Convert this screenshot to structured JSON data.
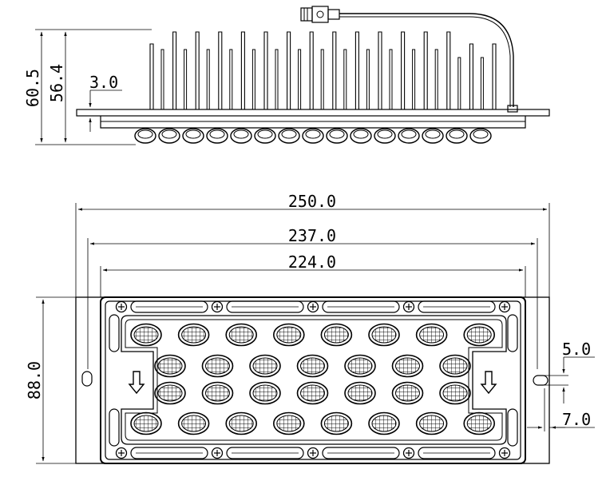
{
  "dimensions": {
    "side_height_total": "60.5",
    "side_height_body": "56.4",
    "side_flange_thickness": "3.0",
    "overall_length": "250.0",
    "hole_spacing": "237.0",
    "body_length": "224.0",
    "overall_width": "88.0",
    "slot_width": "5.0",
    "slot_offset": "7.0"
  },
  "colors": {
    "line": "#000000",
    "background": "#ffffff"
  },
  "icons": {
    "flow_arrow_left": "arrow-down-icon",
    "flow_arrow_right": "arrow-down-icon",
    "connector": "connector-icon",
    "screw": "screw-icon"
  }
}
